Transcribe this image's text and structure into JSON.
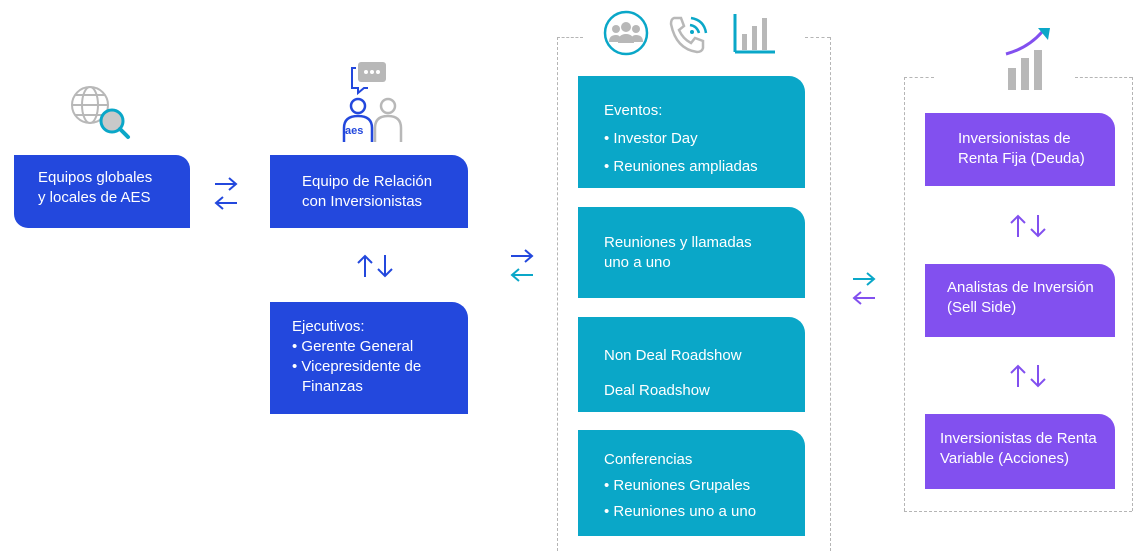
{
  "left": {
    "global_box": {
      "line1": "Equipos globales",
      "line2": "y locales de AES"
    },
    "ir_box": {
      "line1": "Equipo de Relación",
      "line2": "con Inversionistas"
    },
    "exec_box": {
      "title": "Ejecutivos:",
      "item1": "• Gerente General",
      "item2": "• Vicepresidente de",
      "item2b": "Finanzas"
    },
    "logo_text": "aes"
  },
  "channels": {
    "events": {
      "title": "Eventos:",
      "item1": "• Investor Day",
      "item2": "• Reuniones ampliadas"
    },
    "meetings": {
      "line1": "Reuniones y llamadas",
      "line2": "uno a uno"
    },
    "roadshow": {
      "line1": "Non Deal Roadshow",
      "line2": "Deal Roadshow"
    },
    "conferences": {
      "title": "Conferencias",
      "item1": "• Reuniones Grupales",
      "item2": "• Reuniones uno a uno"
    }
  },
  "audiences": {
    "fixed": {
      "line1": "Inversionistas de",
      "line2": "Renta Fija (Deuda)"
    },
    "analysts": {
      "line1": "Analistas de Inversión",
      "line2": "(Sell Side)"
    },
    "equity": {
      "line1": "Inversionistas de Renta",
      "line2": "Variable (Acciones)"
    }
  },
  "colors": {
    "blue": "#2348dd",
    "teal": "#0aa7c8",
    "purple": "#8250ef",
    "icon_gray": "#b8b8b8"
  },
  "icons": [
    "globe-search-icon",
    "chat-people-icon",
    "group-icon",
    "phone-icon",
    "bar-chart-icon",
    "growth-chart-icon"
  ]
}
